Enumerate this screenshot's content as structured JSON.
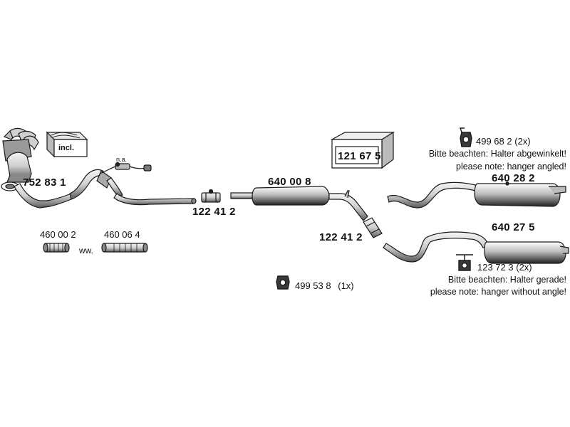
{
  "diagram": {
    "parts": {
      "p752831": "752 83 1",
      "incl": "incl.",
      "na": "n.a.",
      "p122412a": "122 41 2",
      "p640008": "640 00 8",
      "p121675": "121 67 5",
      "p122412b": "122 41 2",
      "p499682": "499 68 2",
      "p499682qty": "(2x)",
      "p640282": "640 28 2",
      "p640275": "640 27 5",
      "p123723": "123 72 3",
      "p123723qty": "(2x)",
      "p460002": "460 00 2",
      "p460064": "460 06 4",
      "ww": "ww.",
      "p499538": "499 53 8",
      "p499538qty": "(1x)"
    },
    "notes": {
      "angled_de": "Bitte beachten: Halter abgewinkelt!",
      "angled_en": "please note: hanger angled!",
      "straight_de": "Bitte beachten: Halter gerade!",
      "straight_en": "please note: hanger without angle!"
    },
    "colors": {
      "line": "#1a1a1a",
      "fill_light": "#d9d9d9",
      "fill_dark": "#3a3a3a"
    }
  }
}
